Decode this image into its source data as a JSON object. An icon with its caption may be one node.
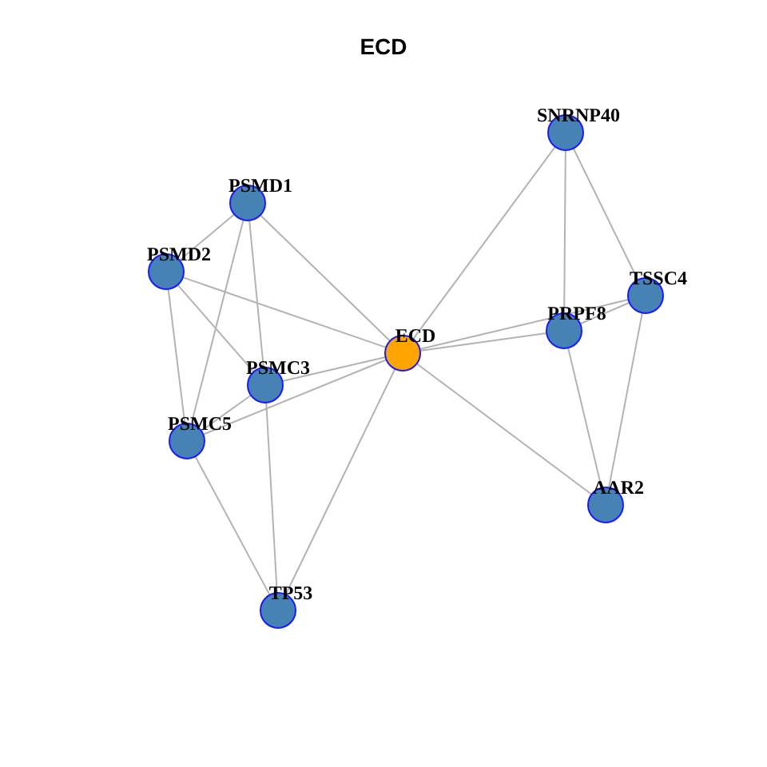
{
  "diagram": {
    "title": "ECD",
    "nodes": [
      {
        "text": [
          "ECD"
        ]
      },
      {
        "text": [
          "PSMD1"
        ]
      },
      {
        "text": [
          "PSMD2"
        ]
      },
      {
        "text": [
          "PSMC3"
        ]
      },
      {
        "text": [
          "PSMC5"
        ]
      },
      {
        "text": [
          "TP53"
        ]
      },
      {
        "text": [
          "SNRNP40"
        ]
      },
      {
        "text": [
          "PRPF8"
        ]
      },
      {
        "text": [
          "TSSC4"
        ]
      },
      {
        "text": [
          "AAR2"
        ]
      }
    ],
    "edges": [
      {
        "from": 0,
        "to": 1,
        "arrow": "none"
      },
      {
        "from": 0,
        "to": 2,
        "arrow": "none"
      },
      {
        "from": 0,
        "to": 3,
        "arrow": "none"
      },
      {
        "from": 0,
        "to": 4,
        "arrow": "none"
      },
      {
        "from": 0,
        "to": 5,
        "arrow": "none"
      },
      {
        "from": 0,
        "to": 6,
        "arrow": "none"
      },
      {
        "from": 0,
        "to": 7,
        "arrow": "none"
      },
      {
        "from": 0,
        "to": 8,
        "arrow": "none"
      },
      {
        "from": 0,
        "to": 9,
        "arrow": "none"
      },
      {
        "from": 1,
        "to": 2,
        "arrow": "none"
      },
      {
        "from": 1,
        "to": 3,
        "arrow": "none"
      },
      {
        "from": 1,
        "to": 4,
        "arrow": "none"
      },
      {
        "from": 2,
        "to": 3,
        "arrow": "none"
      },
      {
        "from": 2,
        "to": 4,
        "arrow": "none"
      },
      {
        "from": 3,
        "to": 4,
        "arrow": "none"
      },
      {
        "from": 3,
        "to": 5,
        "arrow": "none"
      },
      {
        "from": 4,
        "to": 5,
        "arrow": "none"
      },
      {
        "from": 6,
        "to": 7,
        "arrow": "none"
      },
      {
        "from": 6,
        "to": 8,
        "arrow": "none"
      },
      {
        "from": 7,
        "to": 8,
        "arrow": "none"
      },
      {
        "from": 7,
        "to": 9,
        "arrow": "none"
      },
      {
        "from": 8,
        "to": 9,
        "arrow": "none"
      }
    ]
  }
}
